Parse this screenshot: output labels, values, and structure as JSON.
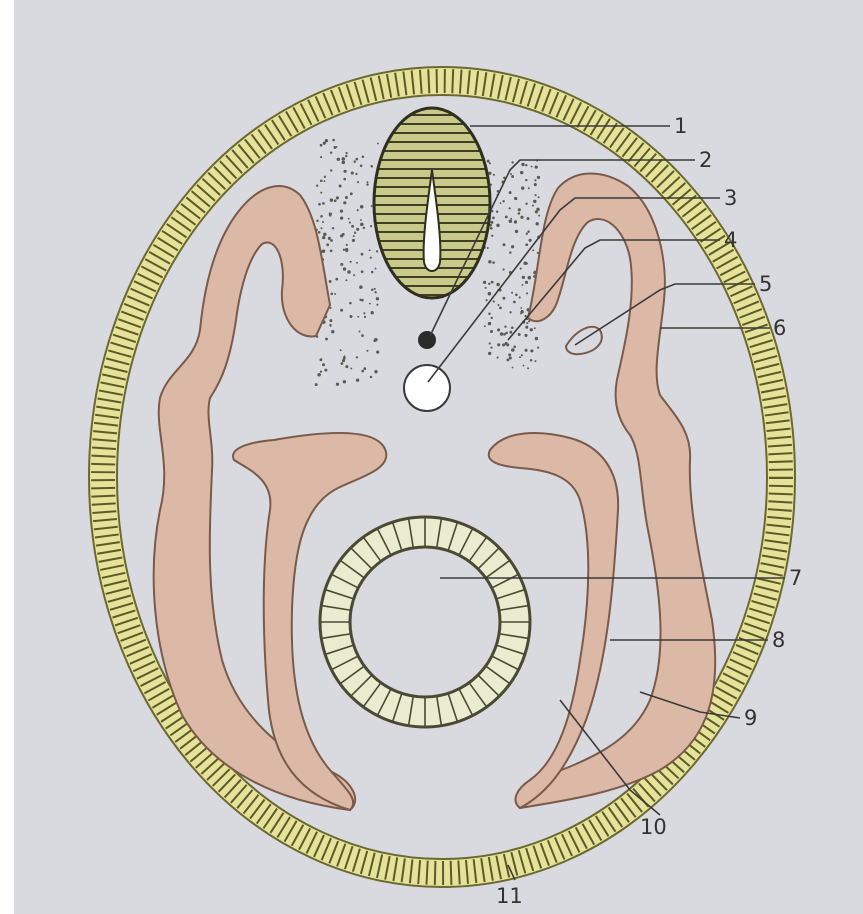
{
  "figure": {
    "background": "#d9dadf",
    "colors": {
      "ectoderm_fill": "#e5e39a",
      "ectoderm_stroke": "#6b6830",
      "mesoderm_fill": "#dcb8a6",
      "mesoderm_stroke": "#7a5a4a",
      "neural_tube_fill": "#c9c98a",
      "gut_fill": "#d7dcb4",
      "line_color": "#3a3a3a"
    },
    "labels": [
      "1",
      "2",
      "3",
      "4",
      "5",
      "6",
      "7",
      "8",
      "9",
      "10",
      "11"
    ]
  }
}
